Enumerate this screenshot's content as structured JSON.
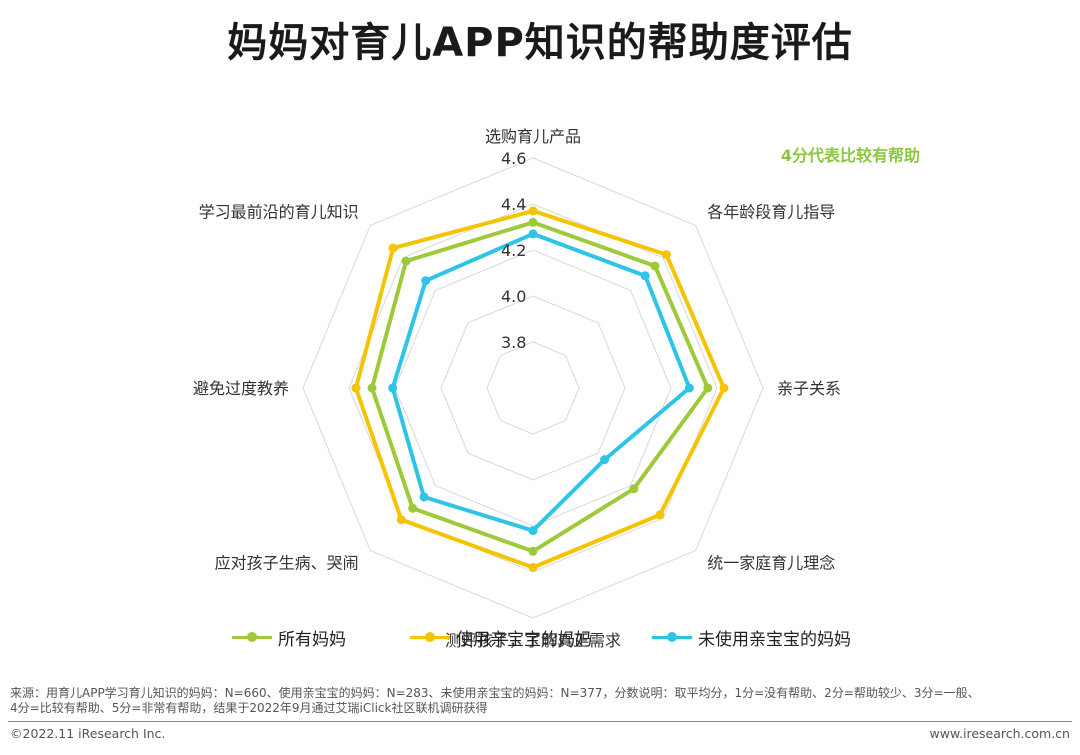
{
  "title": "妈妈对育儿APP知识的帮助度评估",
  "note": "4分代表比较有帮助",
  "chart_data": {
    "type": "radar",
    "title": "妈妈对育儿APP知识的帮助度评估",
    "categories": [
      "选购育儿产品",
      "各年龄段育儿指导",
      "亲子关系",
      "统一家庭育儿理念",
      "测评孩子，了解真正需求",
      "应对孩子生病、哭闹",
      "避免过度教养",
      "学习最前沿的育儿知识"
    ],
    "ticks": [
      "3.8",
      "4.0",
      "4.2",
      "4.4",
      "4.6"
    ],
    "tick_values": [
      3.8,
      4.0,
      4.2,
      4.4,
      4.6
    ],
    "rlim": [
      3.6,
      4.6
    ],
    "grid": true,
    "legend_position": "bottom",
    "series": [
      {
        "name": "所有妈妈",
        "color": "#9dc93b",
        "values": [
          4.32,
          4.35,
          4.36,
          4.22,
          4.31,
          4.34,
          4.3,
          4.38
        ]
      },
      {
        "name": "使用亲宝宝的妈妈",
        "color": "#f5c400",
        "values": [
          4.37,
          4.42,
          4.43,
          4.38,
          4.38,
          4.41,
          4.37,
          4.46
        ]
      },
      {
        "name": "未使用亲宝宝的妈妈",
        "color": "#2ec4e6",
        "values": [
          4.27,
          4.29,
          4.28,
          4.04,
          4.22,
          4.27,
          4.21,
          4.26
        ]
      }
    ]
  },
  "footer": {
    "source_line1": "来源：用育儿APP学习育儿知识的妈妈：N=660、使用亲宝宝的妈妈：N=283、未使用亲宝宝的妈妈：N=377，分数说明：取平均分，1分=没有帮助、2分=帮助较少、3分=一般、",
    "source_line2": "4分=比较有帮助、5分=非常有帮助，结果于2022年9月通过艾瑞iClick社区联机调研获得",
    "copyright": "©2022.11 iResearch Inc.",
    "website": "www.iresearch.com.cn"
  }
}
